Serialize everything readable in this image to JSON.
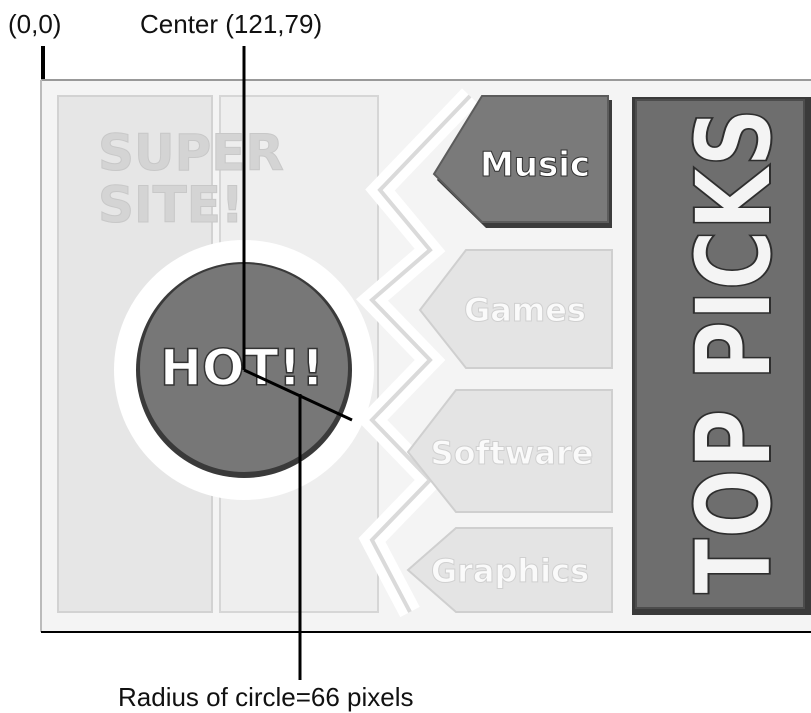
{
  "annotations": {
    "origin_label": "(0,0)",
    "center_label": "Center (121,79)",
    "radius_label": "Radius of circle=66 pixels"
  },
  "banner": {
    "brand_text_line1": "SUPER",
    "brand_text_line2": "SITE!",
    "hot_label": "HOT!!",
    "top_picks_label": "TOP PICKS",
    "menu_items": [
      {
        "label": "Music",
        "active": true
      },
      {
        "label": "Games",
        "active": false
      },
      {
        "label": "Software",
        "active": false
      },
      {
        "label": "Graphics",
        "active": false
      }
    ]
  },
  "colors": {
    "panel_light": "#ececec",
    "panel_mid": "#dcdcdc",
    "hot_circle": "#777777",
    "active_button": "#7a7a7a",
    "top_picks_box": "#6e6e6e",
    "text_white": "#ffffff",
    "line": "#000000"
  }
}
